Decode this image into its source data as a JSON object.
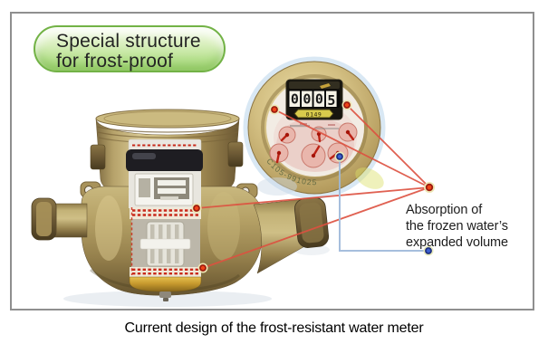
{
  "figure": {
    "badge": {
      "line1": "Special structure",
      "line2": "for frost-proof"
    },
    "callout": {
      "line1": "Absorption of",
      "line2": "the frozen water’s",
      "line3": "expanded volume"
    },
    "caption": "Current design of the frost-resistant water meter",
    "meter": {
      "register_digits": [
        "0",
        "0",
        "0",
        "5"
      ],
      "register_sublabel": "0149",
      "rim_serial": "C105-991025"
    },
    "colors": {
      "badge_fill_top": "#eef8e0",
      "badge_fill_bottom": "#a5d779",
      "badge_border": "#72b246",
      "frame_border": "#8f8f8f",
      "callout_line_red": "#dd5140",
      "callout_line_blue": "#9db8da",
      "marker_red_center": "#ef4418",
      "marker_blue_center": "#3a5fd0",
      "marker_halo": "#ece6b4",
      "brass": "#b49a5e",
      "dial_pink": "#e9b6ac",
      "seal_red": "#c8291a"
    }
  }
}
